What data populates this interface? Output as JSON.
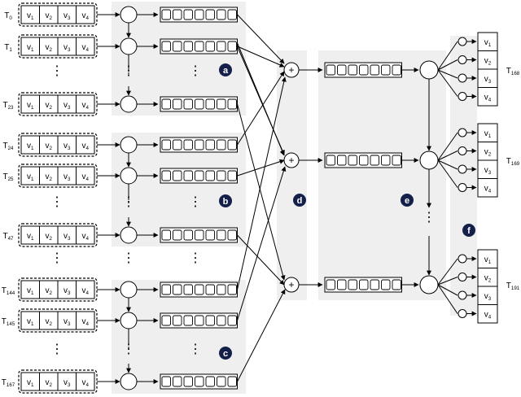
{
  "input_rows": [
    {
      "label": "T0",
      "cells": [
        "v1",
        "v2",
        "v3",
        "v4"
      ]
    },
    {
      "label": "T1",
      "cells": [
        "v1",
        "v2",
        "v3",
        "v4"
      ]
    },
    {
      "label": "T23",
      "cells": [
        "v1",
        "v2",
        "v3",
        "v4"
      ]
    },
    {
      "label": "T24",
      "cells": [
        "v1",
        "v2",
        "v3",
        "v4"
      ]
    },
    {
      "label": "T25",
      "cells": [
        "v1",
        "v2",
        "v3",
        "v4"
      ]
    },
    {
      "label": "T47",
      "cells": [
        "v1",
        "v2",
        "v3",
        "v4"
      ]
    },
    {
      "label": "T144",
      "cells": [
        "v1",
        "v2",
        "v3",
        "v4"
      ]
    },
    {
      "label": "T145",
      "cells": [
        "v1",
        "v2",
        "v3",
        "v4"
      ]
    },
    {
      "label": "T167",
      "cells": [
        "v1",
        "v2",
        "v3",
        "v4"
      ]
    }
  ],
  "output_groups": [
    {
      "label": "T168",
      "cells": [
        "v1",
        "v2",
        "v3",
        "v4"
      ]
    },
    {
      "label": "T169",
      "cells": [
        "v1",
        "v2",
        "v3",
        "v4"
      ]
    },
    {
      "label": "T191",
      "cells": [
        "v1",
        "v2",
        "v3",
        "v4"
      ]
    }
  ],
  "panel_badges": [
    "a",
    "b",
    "c",
    "d",
    "e",
    "f"
  ],
  "adder_symbol": "+",
  "ellipsis": "⋮"
}
